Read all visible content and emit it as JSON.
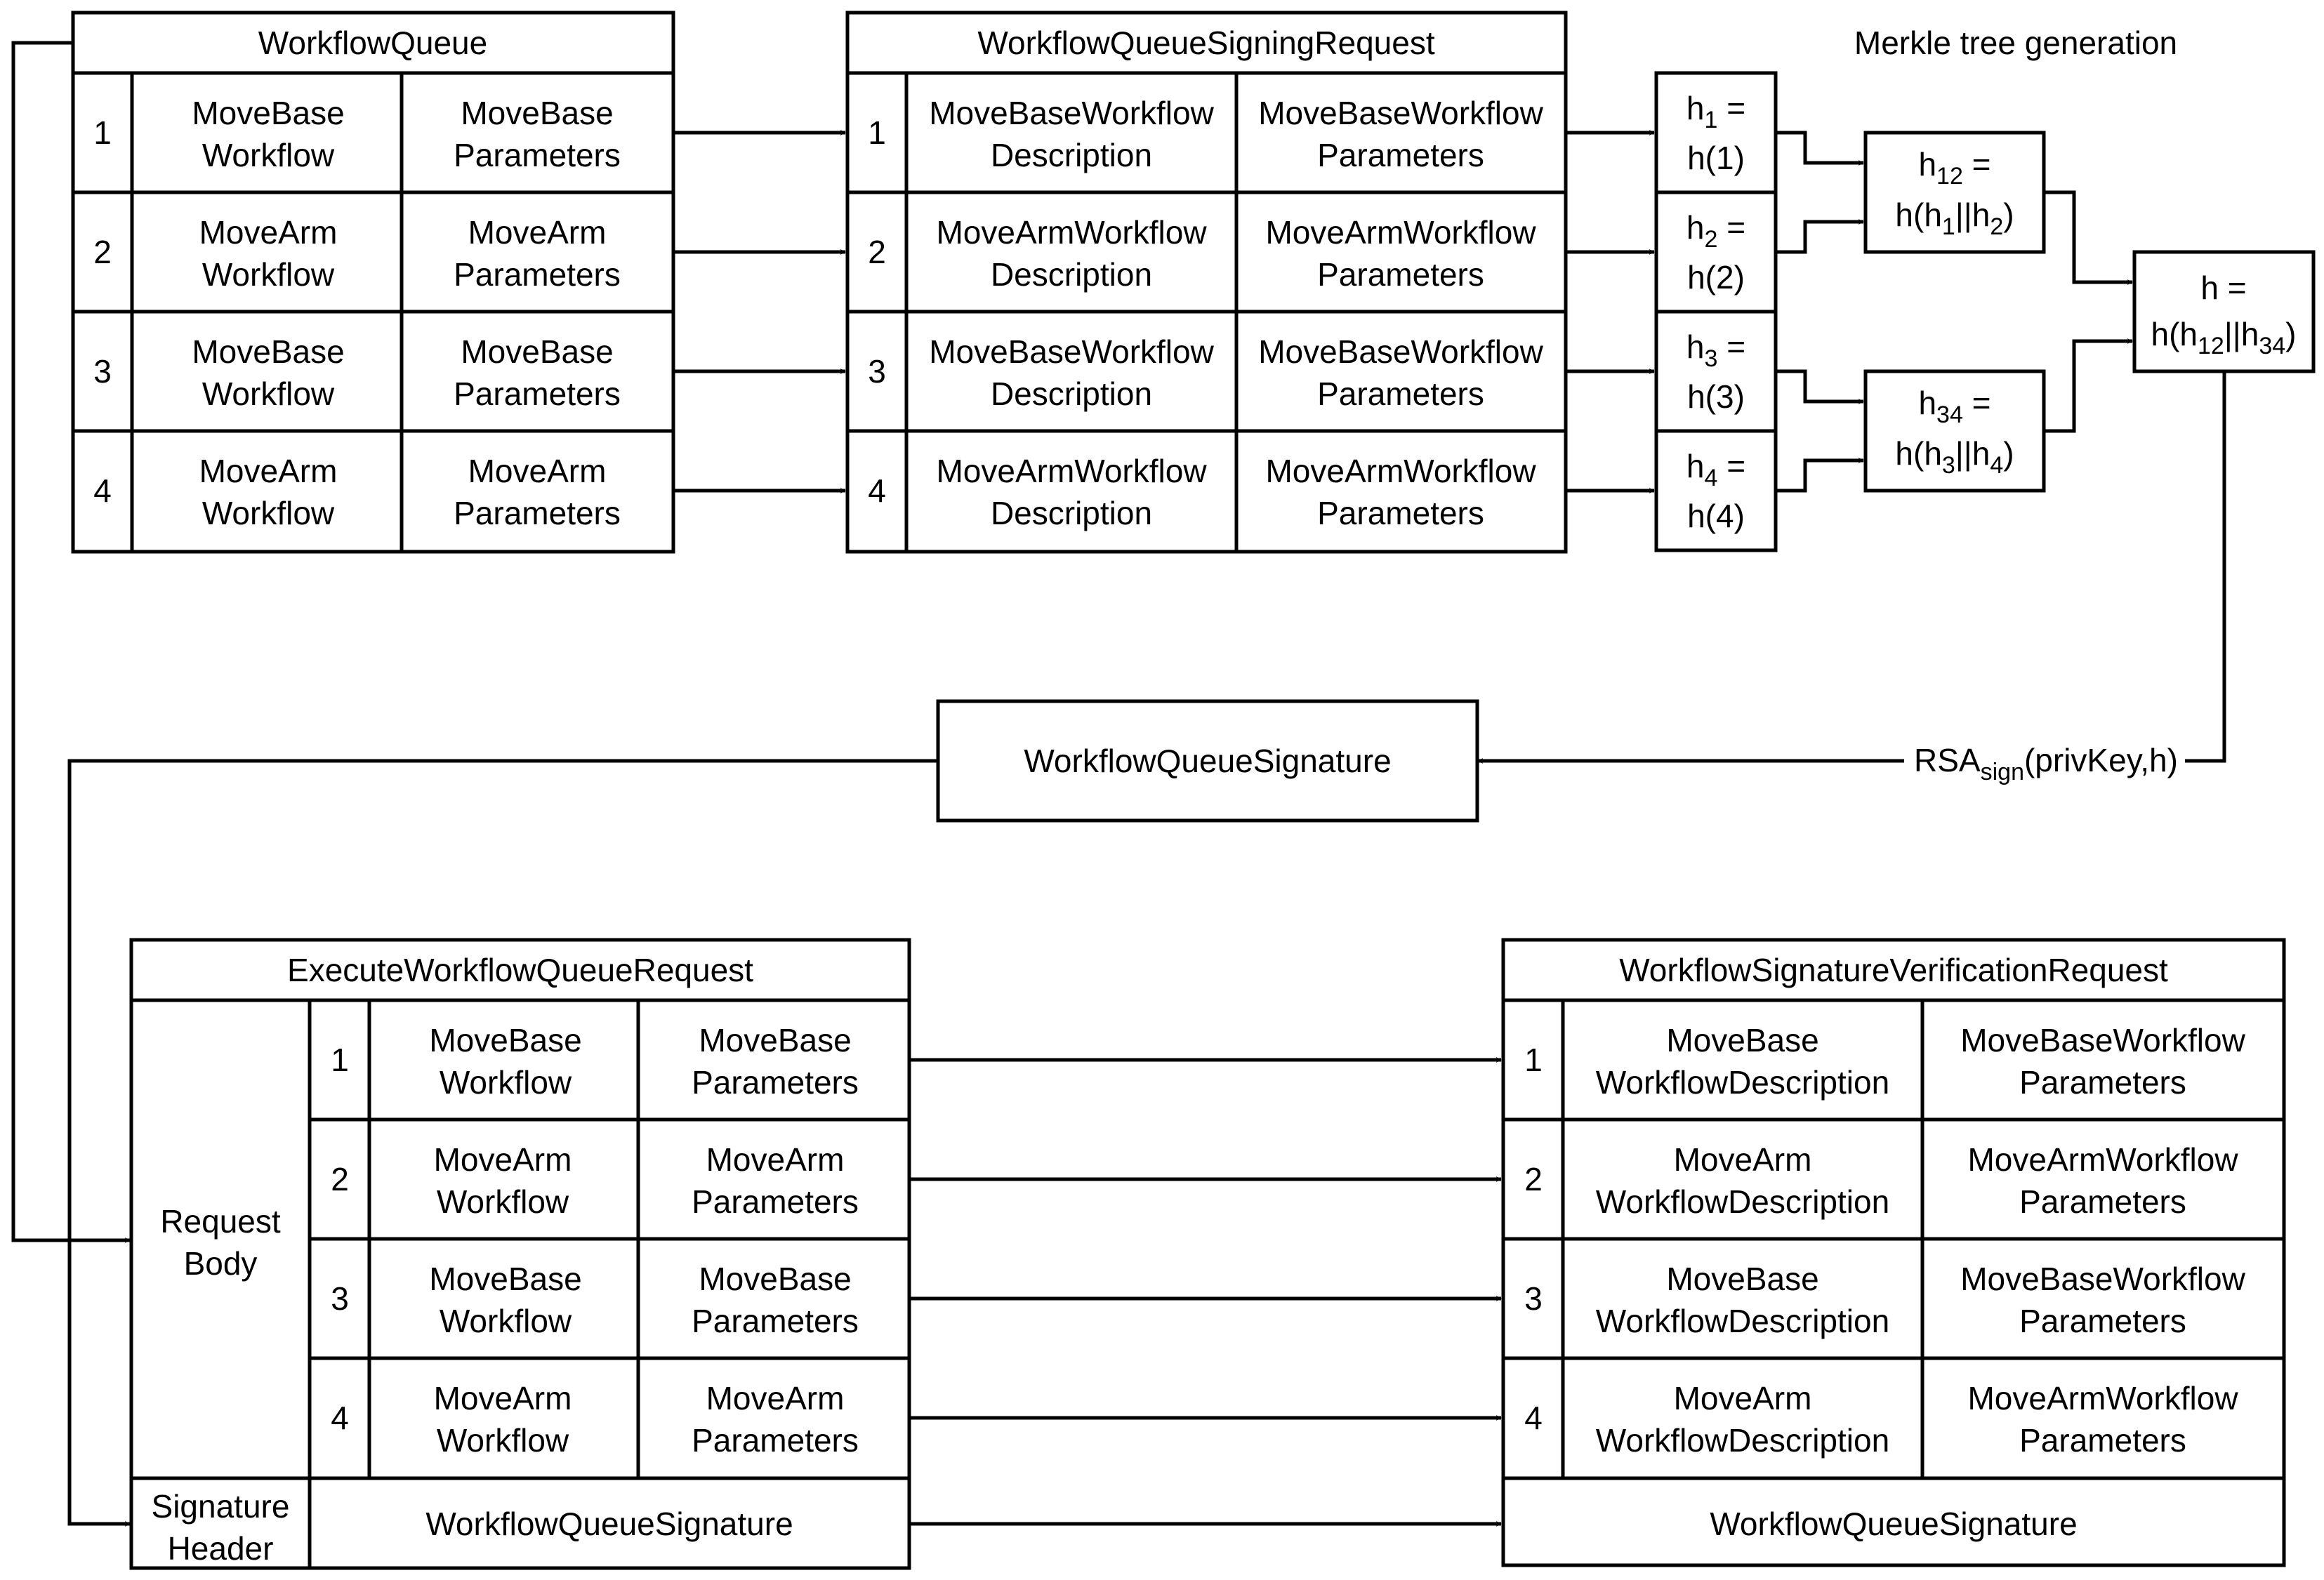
{
  "workflow_queue": {
    "title": "WorkflowQueue",
    "rows": [
      {
        "index": "1",
        "workflow": [
          "MoveBase",
          "Workflow"
        ],
        "parameters": [
          "MoveBase",
          "Parameters"
        ]
      },
      {
        "index": "2",
        "workflow": [
          "MoveArm",
          "Workflow"
        ],
        "parameters": [
          "MoveArm",
          "Parameters"
        ]
      },
      {
        "index": "3",
        "workflow": [
          "MoveBase",
          "Workflow"
        ],
        "parameters": [
          "MoveBase",
          "Parameters"
        ]
      },
      {
        "index": "4",
        "workflow": [
          "MoveArm",
          "Workflow"
        ],
        "parameters": [
          "MoveArm",
          "Parameters"
        ]
      }
    ]
  },
  "signing_request": {
    "title": "WorkflowQueueSigningRequest",
    "rows": [
      {
        "index": "1",
        "description": [
          "MoveBaseWorkflow",
          "Description"
        ],
        "parameters": [
          "MoveBaseWorkflow",
          "Parameters"
        ]
      },
      {
        "index": "2",
        "description": [
          "MoveArmWorkflow",
          "Description"
        ],
        "parameters": [
          "MoveArmWorkflow",
          "Parameters"
        ]
      },
      {
        "index": "3",
        "description": [
          "MoveBaseWorkflow",
          "Description"
        ],
        "parameters": [
          "MoveBaseWorkflow",
          "Parameters"
        ]
      },
      {
        "index": "4",
        "description": [
          "MoveArmWorkflow",
          "Description"
        ],
        "parameters": [
          "MoveArmWorkflow",
          "Parameters"
        ]
      }
    ]
  },
  "merkle": {
    "title": "Merkle tree generation",
    "leaves": [
      {
        "h": "h",
        "sub": "1",
        "eq": " =",
        "fn": "h(1)"
      },
      {
        "h": "h",
        "sub": "2",
        "eq": " =",
        "fn": "h(2)"
      },
      {
        "h": "h",
        "sub": "3",
        "eq": " =",
        "fn": "h(3)"
      },
      {
        "h": "h",
        "sub": "4",
        "eq": " =",
        "fn": "h(4)"
      }
    ],
    "h12": {
      "h": "h",
      "sub": "12",
      "eq": " =",
      "f": "h(h",
      "a": "1",
      "mid": "||h",
      "b": "2",
      "end": ")"
    },
    "h34": {
      "h": "h",
      "sub": "34",
      "eq": " =",
      "f": "h(h",
      "a": "3",
      "mid": "||h",
      "b": "4",
      "end": ")"
    },
    "root": {
      "line1": "h =",
      "f": "h(h",
      "a": "12",
      "mid": "||h",
      "b": "34",
      "end": ")"
    }
  },
  "rsa_label": {
    "pre": "RSA",
    "sub": "sign",
    "post": "(privKey,h)"
  },
  "signature_box": {
    "label": "WorkflowQueueSignature"
  },
  "execute_request": {
    "title": "ExecuteWorkflowQueueRequest",
    "body_label": [
      "Request",
      "Body"
    ],
    "rows": [
      {
        "index": "1",
        "workflow": [
          "MoveBase",
          "Workflow"
        ],
        "parameters": [
          "MoveBase",
          "Parameters"
        ]
      },
      {
        "index": "2",
        "workflow": [
          "MoveArm",
          "Workflow"
        ],
        "parameters": [
          "MoveArm",
          "Parameters"
        ]
      },
      {
        "index": "3",
        "workflow": [
          "MoveBase",
          "Workflow"
        ],
        "parameters": [
          "MoveBase",
          "Parameters"
        ]
      },
      {
        "index": "4",
        "workflow": [
          "MoveArm",
          "Workflow"
        ],
        "parameters": [
          "MoveArm",
          "Parameters"
        ]
      }
    ],
    "header_label": [
      "Signature",
      "Header"
    ],
    "signature": "WorkflowQueueSignature"
  },
  "verification_request": {
    "title": "WorkflowSignatureVerificationRequest",
    "rows": [
      {
        "index": "1",
        "description": [
          "MoveBase",
          "WorkflowDescription"
        ],
        "parameters": [
          "MoveBaseWorkflow",
          "Parameters"
        ]
      },
      {
        "index": "2",
        "description": [
          "MoveArm",
          "WorkflowDescription"
        ],
        "parameters": [
          "MoveArmWorkflow",
          "Parameters"
        ]
      },
      {
        "index": "3",
        "description": [
          "MoveBase",
          "WorkflowDescription"
        ],
        "parameters": [
          "MoveBaseWorkflow",
          "Parameters"
        ]
      },
      {
        "index": "4",
        "description": [
          "MoveArm",
          "WorkflowDescription"
        ],
        "parameters": [
          "MoveArmWorkflow",
          "Parameters"
        ]
      }
    ],
    "signature": "WorkflowQueueSignature"
  }
}
